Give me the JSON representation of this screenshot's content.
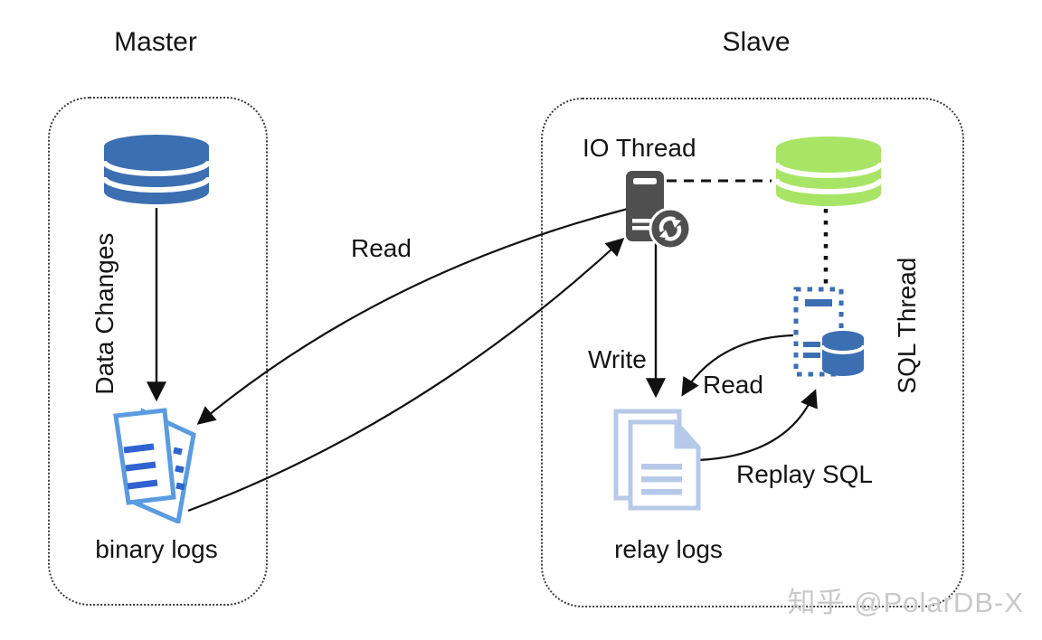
{
  "titles": {
    "master": "Master",
    "slave": "Slave"
  },
  "labels": {
    "data_changes": "Data Changes",
    "binary_logs": "binary logs",
    "io_thread": "IO Thread",
    "sql_thread": "SQL Thread",
    "read_master": "Read",
    "write": "Write",
    "read_relay": "Read",
    "replay_sql": "Replay SQL",
    "relay_logs": "relay logs"
  },
  "watermark": "知乎 @PolarDB-X",
  "colors": {
    "db_blue": "#3c6eb2",
    "db_green": "#a8e566",
    "doc_outline_blue": "#5b9be0",
    "doc_line_blue": "#2f63cf",
    "doc_light_blue": "#b7c9e8",
    "server_gray": "#4f4f4f",
    "line_black": "#111111",
    "watermark_gray": "#c9c9c9"
  }
}
